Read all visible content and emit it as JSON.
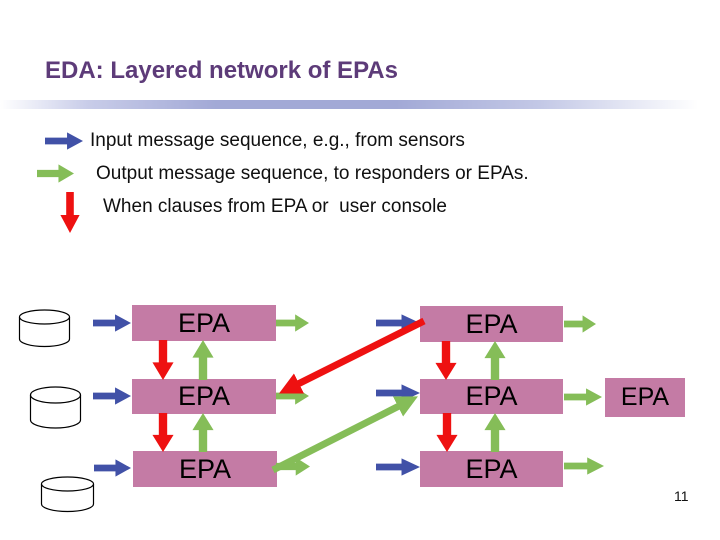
{
  "slide": {
    "title": "EDA: Layered network of EPAs",
    "page_number": "11"
  },
  "bullets": [
    {
      "icon": "input-arrow-icon",
      "color": "blue",
      "text": "Input message sequence, e.g., from sensors"
    },
    {
      "icon": "output-arrow-icon",
      "color": "green",
      "text": "Output message sequence, to responders or EPAs."
    },
    {
      "icon": "when-clause-arrow-icon",
      "color": "red",
      "text": "When clauses from EPA or  user console"
    }
  ],
  "diagram": {
    "epa_boxes": [
      "EPA",
      "EPA",
      "EPA",
      "EPA",
      "EPA",
      "EPA",
      "EPA"
    ],
    "database_cylinders": 3,
    "edges": [
      {
        "from": "database-1",
        "to": "epa-left-1",
        "color": "blue",
        "meaning": "input message sequence"
      },
      {
        "from": "database-2",
        "to": "epa-left-2",
        "color": "blue",
        "meaning": "input message sequence"
      },
      {
        "from": "database-3",
        "to": "epa-left-3",
        "color": "blue",
        "meaning": "input message sequence"
      },
      {
        "from": "external",
        "to": "epa-right-1",
        "color": "blue",
        "meaning": "input message sequence"
      },
      {
        "from": "external",
        "to": "epa-right-2",
        "color": "blue",
        "meaning": "input message sequence"
      },
      {
        "from": "external",
        "to": "epa-right-3",
        "color": "blue",
        "meaning": "input message sequence"
      },
      {
        "from": "epa-left-1",
        "to": "right",
        "color": "green",
        "meaning": "output message sequence"
      },
      {
        "from": "epa-left-2",
        "to": "right",
        "color": "green",
        "meaning": "output message sequence"
      },
      {
        "from": "epa-left-3",
        "to": "right",
        "color": "green",
        "meaning": "output message sequence"
      },
      {
        "from": "epa-right-1",
        "to": "right",
        "color": "green",
        "meaning": "output message sequence"
      },
      {
        "from": "epa-right-2",
        "to": "epa-small",
        "color": "green",
        "meaning": "output message sequence"
      },
      {
        "from": "epa-right-3",
        "to": "right",
        "color": "green",
        "meaning": "output message sequence"
      },
      {
        "from": "epa-left-1",
        "to": "epa-left-2",
        "color": "red",
        "meaning": "when clause down"
      },
      {
        "from": "epa-left-2",
        "to": "epa-left-3",
        "color": "red",
        "meaning": "when clause down"
      },
      {
        "from": "epa-right-1",
        "to": "epa-right-2",
        "color": "red",
        "meaning": "when clause down"
      },
      {
        "from": "epa-right-2",
        "to": "epa-right-3",
        "color": "red",
        "meaning": "when clause down"
      },
      {
        "from": "epa-left-2",
        "to": "epa-left-1",
        "color": "green",
        "meaning": "output up"
      },
      {
        "from": "epa-left-3",
        "to": "epa-left-2",
        "color": "green",
        "meaning": "output up"
      },
      {
        "from": "epa-right-2",
        "to": "epa-right-1",
        "color": "green",
        "meaning": "output up"
      },
      {
        "from": "epa-right-3",
        "to": "epa-right-2",
        "color": "green",
        "meaning": "output up"
      },
      {
        "from": "epa-right-1",
        "to": "epa-left-2",
        "color": "red",
        "meaning": "when clause diagonal"
      },
      {
        "from": "epa-left-3",
        "to": "epa-right-2",
        "color": "green",
        "meaning": "output diagonal"
      }
    ]
  },
  "colors": {
    "title_text": "#5d3b79",
    "arrow_blue": "#4151a7",
    "arrow_green": "#85bd58",
    "arrow_red": "#ee1111",
    "box_fill": "#c47ba5",
    "divider_blue": "#a2a9d6"
  }
}
